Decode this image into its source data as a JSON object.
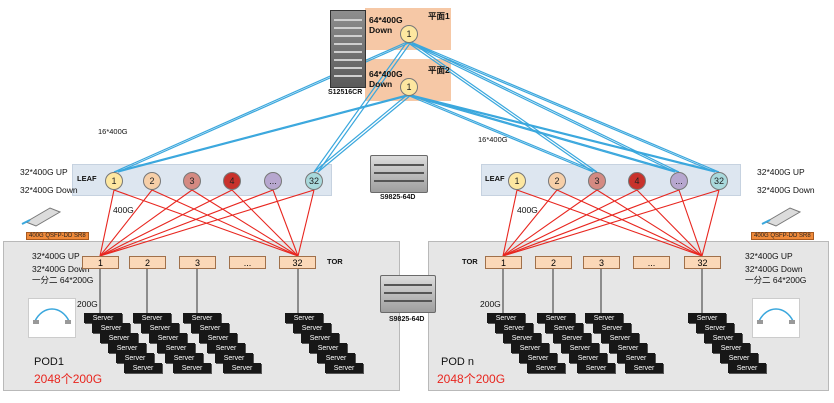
{
  "spine": {
    "chassis_label": "S12516CR",
    "planes": [
      {
        "title": "平面1",
        "ports": "64*400G",
        "direction": "Down",
        "node": "1"
      },
      {
        "title": "平面2",
        "ports": "64*400G",
        "direction": "Down",
        "node": "1"
      }
    ]
  },
  "left": {
    "uplink_count": "16*400G",
    "leaf_up": "32*400G UP",
    "leaf_down": "32*400G Down",
    "leaf_label": "LEAF",
    "leaf_nodes": [
      "1",
      "2",
      "3",
      "4",
      "...",
      "32"
    ],
    "link_speed": "400G",
    "module_tag": "400G QSFP-DD SR8",
    "tor_up": "32*400G UP",
    "tor_down": "32*400G Down",
    "tor_split": "一分二 64*200G",
    "tor_label": "TOR",
    "tor_nodes": [
      "1",
      "2",
      "3",
      "...",
      "32"
    ],
    "server_speed": "200G",
    "server_label": "Server",
    "pod_name": "POD1",
    "pod_capacity": "2048个200G"
  },
  "right": {
    "uplink_count": "16*400G",
    "leaf_up": "32*400G UP",
    "leaf_down": "32*400G Down",
    "leaf_label": "LEAF",
    "leaf_nodes": [
      "1",
      "2",
      "3",
      "4",
      "...",
      "32"
    ],
    "link_speed": "400G",
    "module_tag": "400G QSFP-DD SR8",
    "tor_up": "32*400G UP",
    "tor_down": "32*400G Down",
    "tor_split": "一分二 64*200G",
    "tor_label": "TOR",
    "tor_nodes": [
      "1",
      "2",
      "3",
      "...",
      "32"
    ],
    "server_speed": "200G",
    "server_label": "Server",
    "pod_name": "POD n",
    "pod_capacity": "2048个200G"
  },
  "middle_switch_top": "S9825-64D",
  "middle_switch_bottom": "S9825-64D",
  "colors": {
    "uplink": "#3aa7dd",
    "downlink": "#e8261f",
    "pod_bg": "#e6e6e6",
    "leaf_bar": "#dde6f0",
    "plane_bg": "#f6c8a6",
    "leaf_node_colors": [
      "#fde7a0",
      "#f6cfa8",
      "#d48a82",
      "#c8322c",
      "#b7a7cf",
      "#a9d9dc"
    ]
  }
}
